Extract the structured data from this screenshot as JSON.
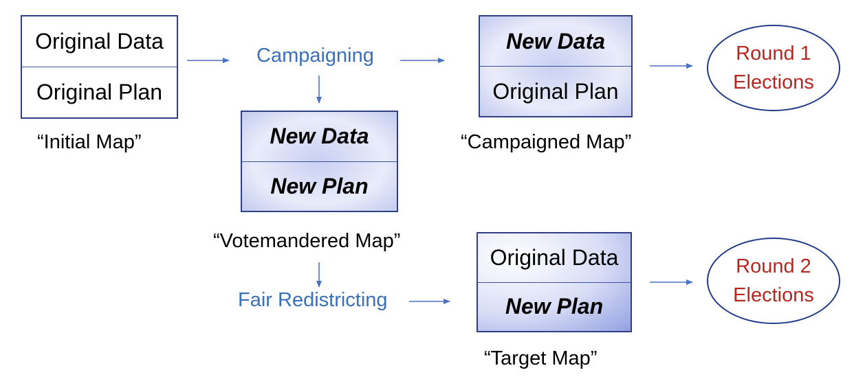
{
  "initial_map": {
    "top": "Original Data",
    "bottom": "Original Plan",
    "caption": "“Initial Map”"
  },
  "campaigned_map": {
    "top": "New Data",
    "bottom": "Original Plan",
    "caption": "“Campaigned Map”"
  },
  "votemandered_map": {
    "top": "New Data",
    "bottom": "New Plan",
    "caption": "“Votemandered Map”"
  },
  "target_map": {
    "top": "Original Data",
    "bottom": "New Plan",
    "caption": "“Target Map”"
  },
  "steps": {
    "campaigning": "Campaigning",
    "fair_redistricting": "Fair Redistricting"
  },
  "elections": {
    "round1": {
      "line1": "Round 1",
      "line2": "Elections"
    },
    "round2": {
      "line1": "Round 2",
      "line2": "Elections"
    }
  },
  "colors": {
    "step_text": "#3a6fb9",
    "election_text": "#b5271f",
    "arrow": "#4a72c4",
    "box_border": "#2f3f86"
  }
}
